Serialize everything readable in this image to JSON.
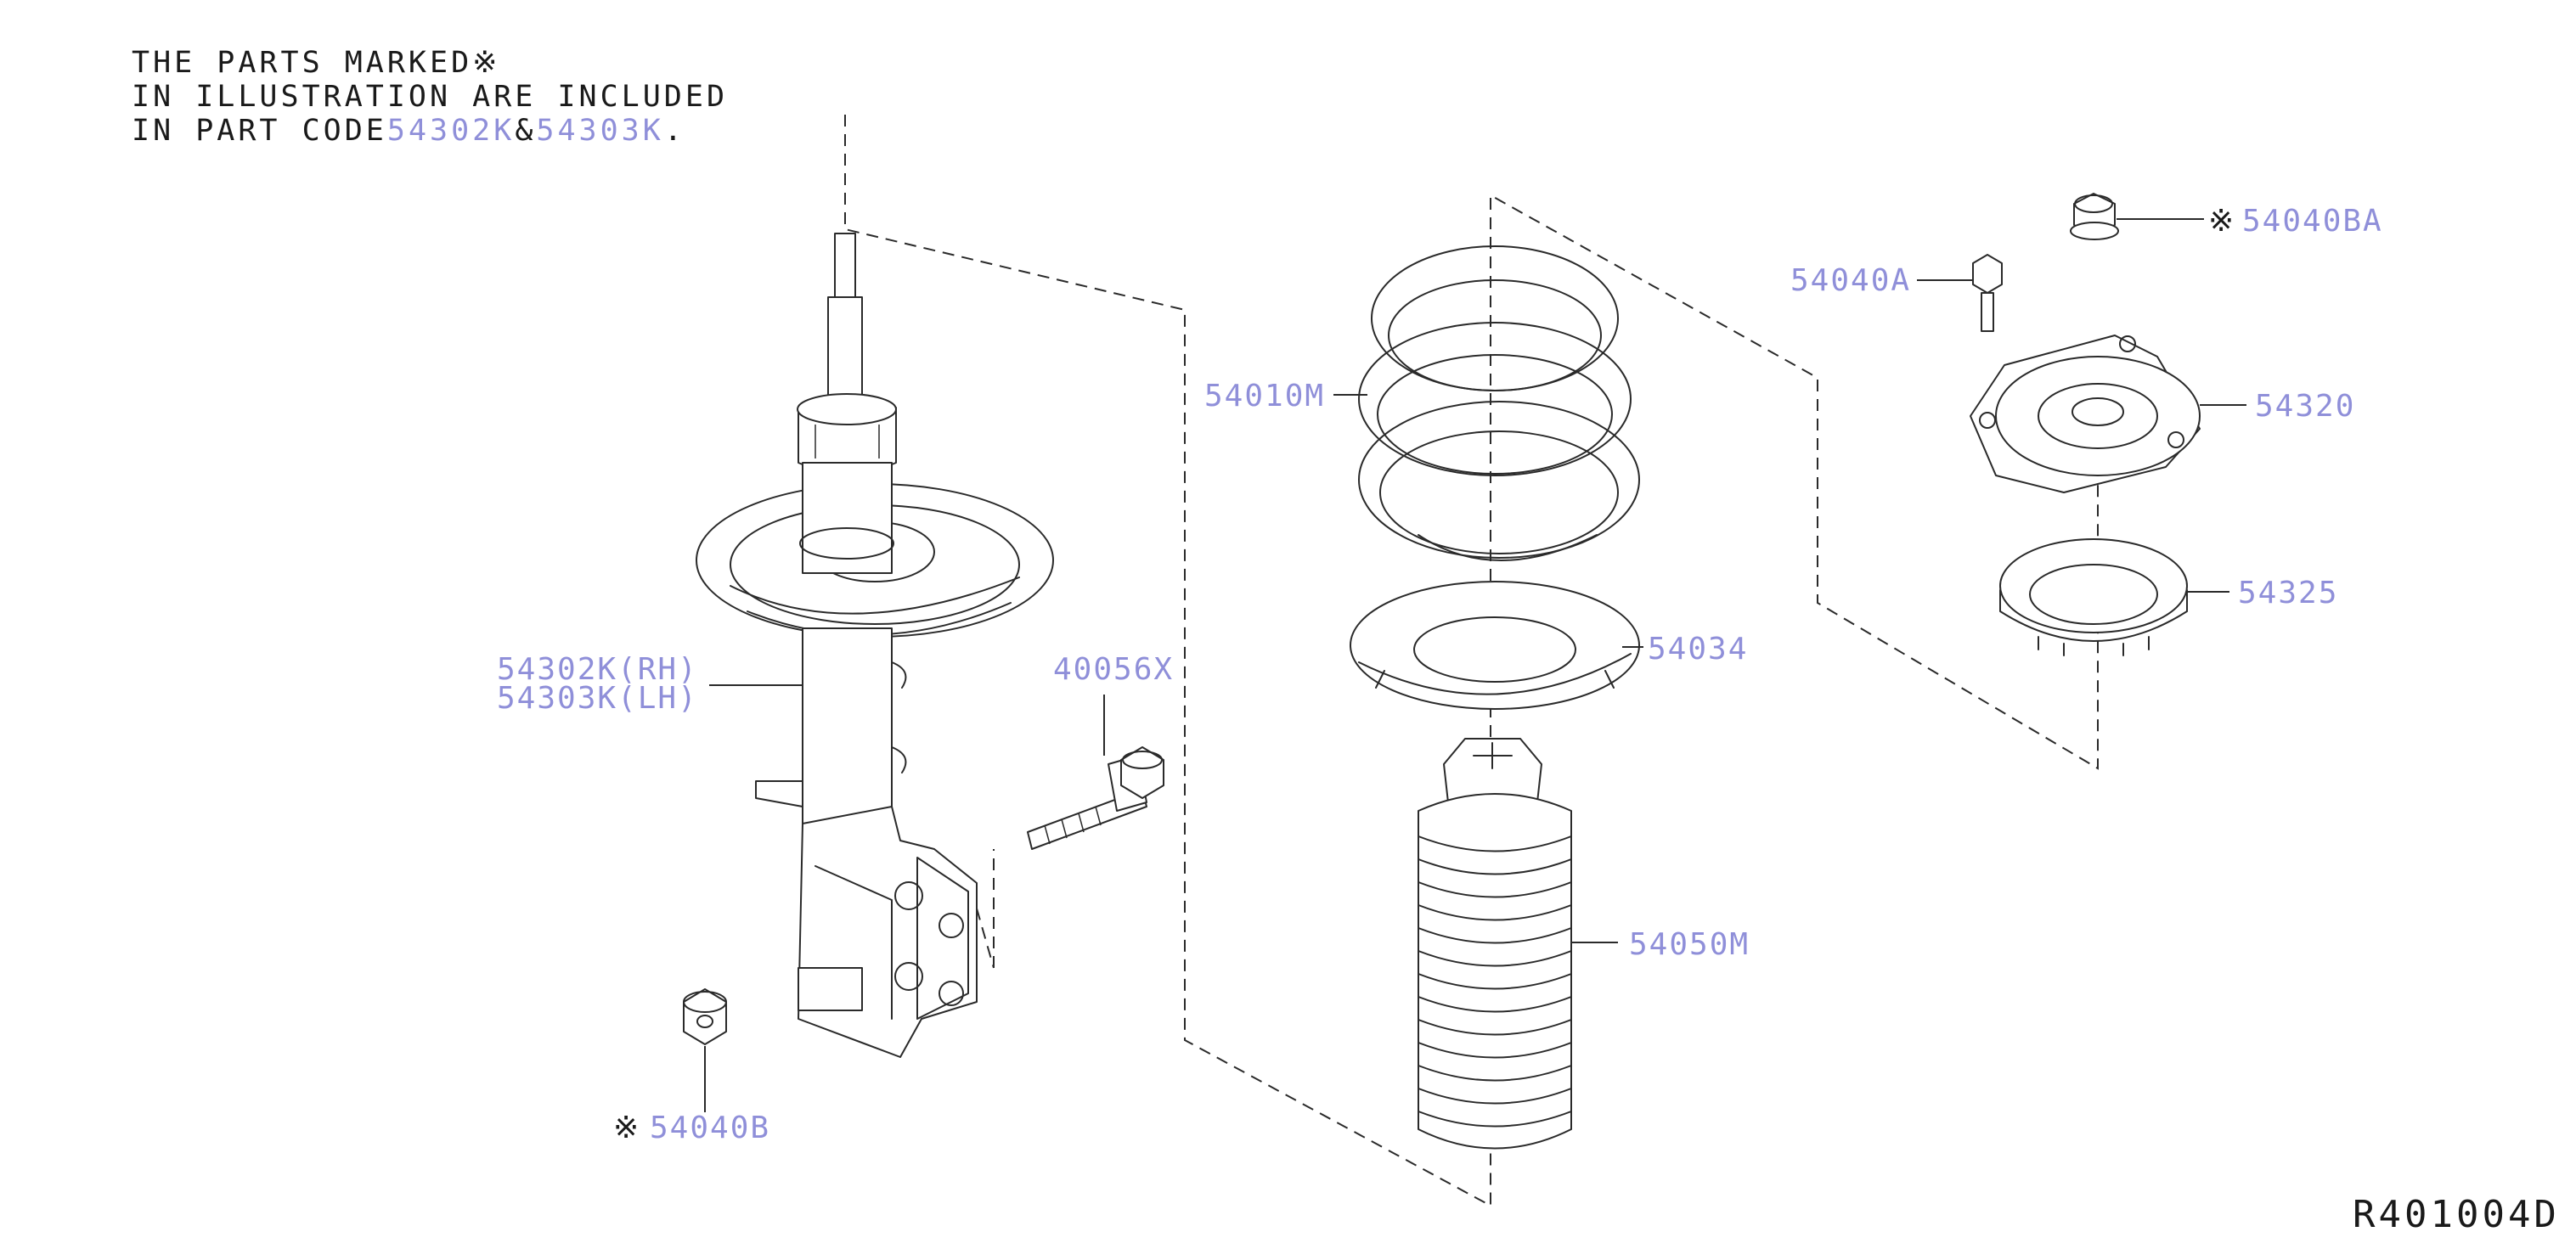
{
  "note": {
    "line1": "THE PARTS MARKED※",
    "line2": "IN ILLUSTRATION ARE INCLUDED",
    "line3_prefix": "IN PART CODE",
    "code_a": "54302K",
    "amp": "&",
    "code_b": "54303K",
    "period": "."
  },
  "callouts": {
    "strut_rh": "54302K(RH)",
    "strut_lh": "54303K(LH)",
    "bolt": "40056X",
    "nut_b_mark": "※",
    "nut_b": "54040B",
    "spring": "54010M",
    "seat": "54034",
    "bound_bumper": "54050M",
    "bolt_a": "54040A",
    "nut_ba_mark": "※",
    "nut_ba": "54040BA",
    "mount": "54320",
    "bearing": "54325"
  },
  "figure_code": "R401004D"
}
